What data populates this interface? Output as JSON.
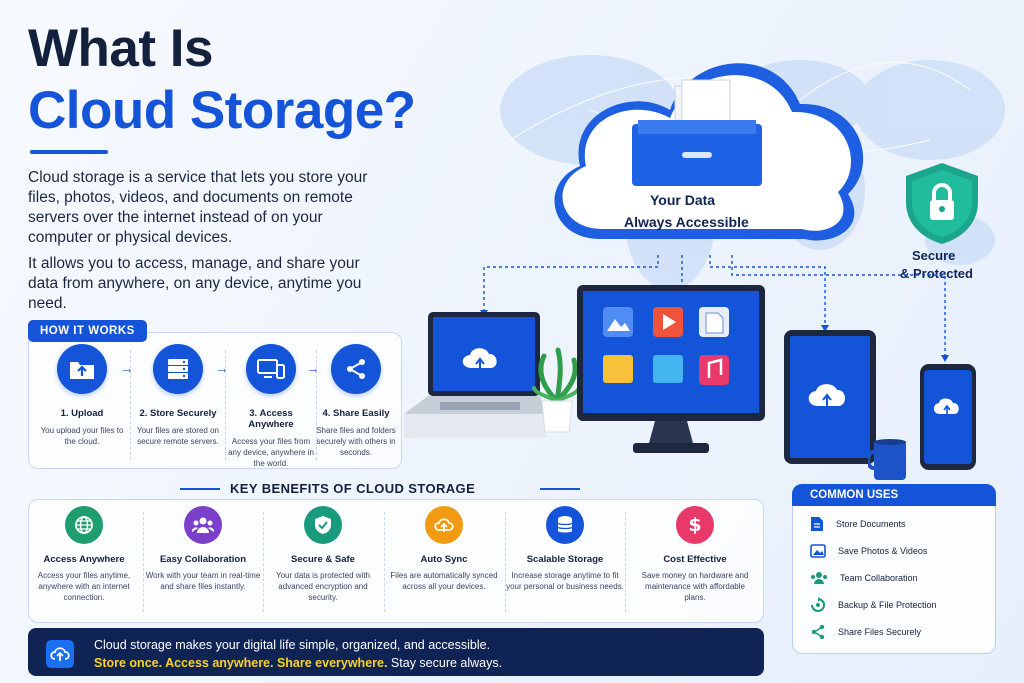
{
  "title": {
    "line1": "What Is",
    "line2": "Cloud Storage?"
  },
  "intro": {
    "p1": "Cloud storage is a service that lets you store your files, photos, videos, and documents on remote servers over the internet instead of on your computer or physical devices.",
    "p2": "It allows you to access, manage, and share your data from anywhere, on any device, anytime you need."
  },
  "how_it_works": {
    "heading": "HOW IT WORKS",
    "steps": [
      {
        "title": "1. Upload",
        "desc": "You upload your files to the cloud.",
        "icon": "folder-upload-icon"
      },
      {
        "title": "2. Store Securely",
        "desc": "Your files are stored on secure remote servers.",
        "icon": "server-icon"
      },
      {
        "title": "3. Access Anywhere",
        "desc": "Access your files from any device, anywhere in the world.",
        "icon": "devices-icon"
      },
      {
        "title": "4. Share Easily",
        "desc": "Share files and folders securely with others in seconds.",
        "icon": "share-icon"
      }
    ]
  },
  "benefits": {
    "heading": "KEY BENEFITS OF CLOUD STORAGE",
    "items": [
      {
        "title": "Access Anywhere",
        "desc": "Access your files anytime, anywhere with an internet connection.",
        "icon": "globe-icon",
        "color": "#1e9e6e"
      },
      {
        "title": "Easy Collaboration",
        "desc": "Work with your team in real-time and share files instantly.",
        "icon": "team-icon",
        "color": "#7b3fc9"
      },
      {
        "title": "Secure & Safe",
        "desc": "Your data is protected with advanced encryption and security.",
        "icon": "shield-check-icon",
        "color": "#1a9a7c"
      },
      {
        "title": "Auto Sync",
        "desc": "Files are automatically synced across all your devices.",
        "icon": "cloud-sync-icon",
        "color": "#f29a12"
      },
      {
        "title": "Scalable Storage",
        "desc": "Increase storage anytime to fit your personal or business needs.",
        "icon": "database-icon",
        "color": "#1454d8"
      },
      {
        "title": "Cost Effective",
        "desc": "Save money on hardware and maintenance with affordable plans.",
        "icon": "dollar-icon",
        "color": "#e8396a"
      }
    ]
  },
  "banner": {
    "line1": "Cloud storage makes your digital life simple, organized, and accessible.",
    "line2_highlight": "Store once. Access anywhere. Share everywhere.",
    "line2_rest": " Stay secure always."
  },
  "common_uses": {
    "heading": "COMMON USES",
    "items": [
      {
        "label": "Store Documents",
        "icon": "document-icon"
      },
      {
        "label": "Save Photos & Videos",
        "icon": "photo-icon"
      },
      {
        "label": "Team Collaboration",
        "icon": "team-icon"
      },
      {
        "label": "Backup & File Protection",
        "icon": "backup-icon"
      },
      {
        "label": "Share Files Securely",
        "icon": "share-icon"
      }
    ]
  },
  "cloud": {
    "line1": "Your Data",
    "line2": "Always Accessible"
  },
  "secure": {
    "line1": "Secure",
    "line2": "& Protected"
  },
  "colors": {
    "primary": "#1454d8",
    "navy": "#0f2355",
    "highlight": "#ffd21f"
  }
}
